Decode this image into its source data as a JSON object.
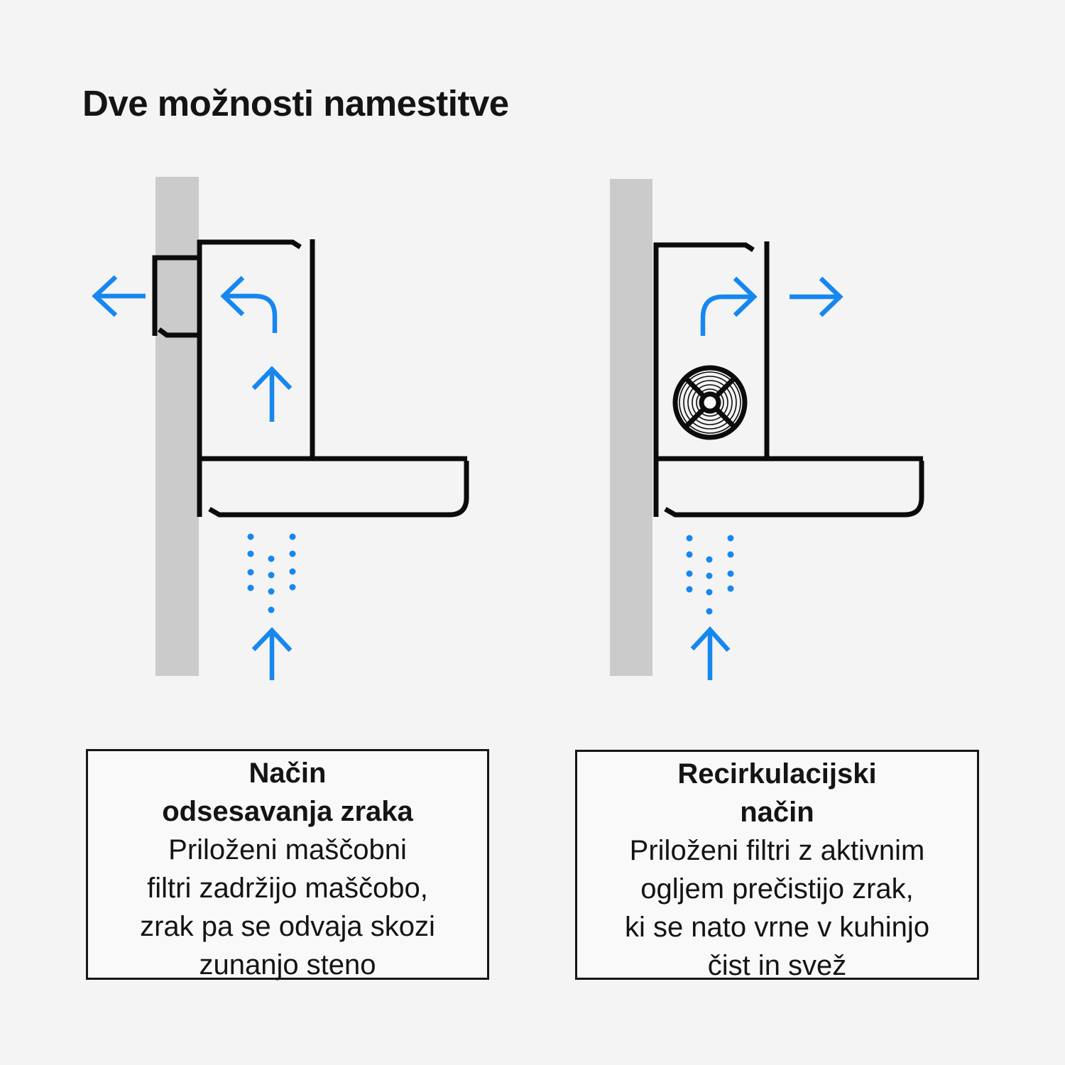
{
  "title": "Dve možnosti namestitve",
  "colors": {
    "background": "#f4f4f4",
    "box_fill": "#f9f9f9",
    "line_black": "#0b0b0b",
    "wall_gray": "#cbcbcb",
    "accent_blue": "#1787f0",
    "text_color": "#141414"
  },
  "diagrams": [
    {
      "id": "exhaust-mode",
      "icons": [
        "wall",
        "wall-duct",
        "hood-chimney",
        "hood-body",
        "left-arrow-icon",
        "curved-left-arrow-icon",
        "up-arrow-icon",
        "airflow-dots",
        "intake-up-arrow-icon"
      ]
    },
    {
      "id": "recirculation-mode",
      "icons": [
        "wall",
        "hood-chimney",
        "hood-body",
        "fan-icon",
        "curved-right-arrow-icon",
        "right-arrow-icon",
        "airflow-dots",
        "intake-up-arrow-icon"
      ]
    }
  ],
  "panels": [
    {
      "heading_line1": "Način",
      "heading_line2": "odsesavanja zraka",
      "body_line1": "Priloženi maščobni",
      "body_line2": "filtri zadržijo maščobo,",
      "body_line3": "zrak pa se odvaja skozi",
      "body_line4": "zunanjo steno"
    },
    {
      "heading_line1": "Recirkulacijski",
      "heading_line2": "način",
      "body_line1": "Priloženi filtri z aktivnim",
      "body_line2": "ogljem prečistijo zrak,",
      "body_line3": "ki se nato vrne v kuhinjo",
      "body_line4": "čist in svež"
    }
  ]
}
